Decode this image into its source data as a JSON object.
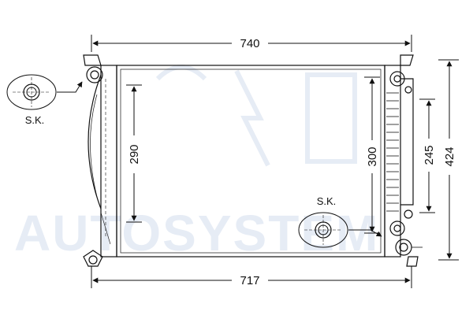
{
  "watermark": {
    "text": "AUTOSYSTEM",
    "color": "#e6ecf5"
  },
  "dimensions": {
    "top_width": "740",
    "bottom_width": "717",
    "core_height_left": "290",
    "core_height_mid": "300",
    "tank_span_right": "245",
    "overall_height": "424"
  },
  "labels": {
    "sk_left": "S.K.",
    "sk_right": "S.K."
  },
  "colors": {
    "line": "#111111",
    "background": "#ffffff"
  }
}
